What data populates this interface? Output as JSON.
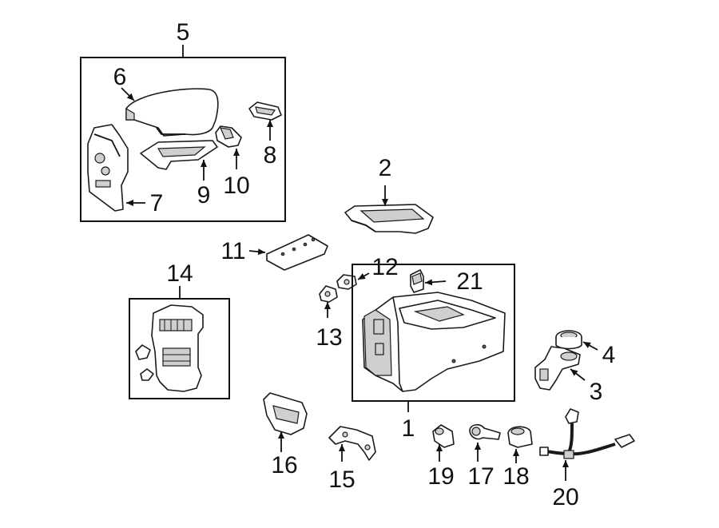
{
  "labels": {
    "p1": "1",
    "p2": "2",
    "p3": "3",
    "p4": "4",
    "p5": "5",
    "p6": "6",
    "p7": "7",
    "p8": "8",
    "p9": "9",
    "p10": "10",
    "p11": "11",
    "p12": "12",
    "p13": "13",
    "p14": "14",
    "p15": "15",
    "p16": "16",
    "p17": "17",
    "p18": "18",
    "p19": "19",
    "p20": "20",
    "p21": "21"
  },
  "colors": {
    "line": "#1a1a1a",
    "shade": "#cfcfcf",
    "background": "#ffffff"
  }
}
